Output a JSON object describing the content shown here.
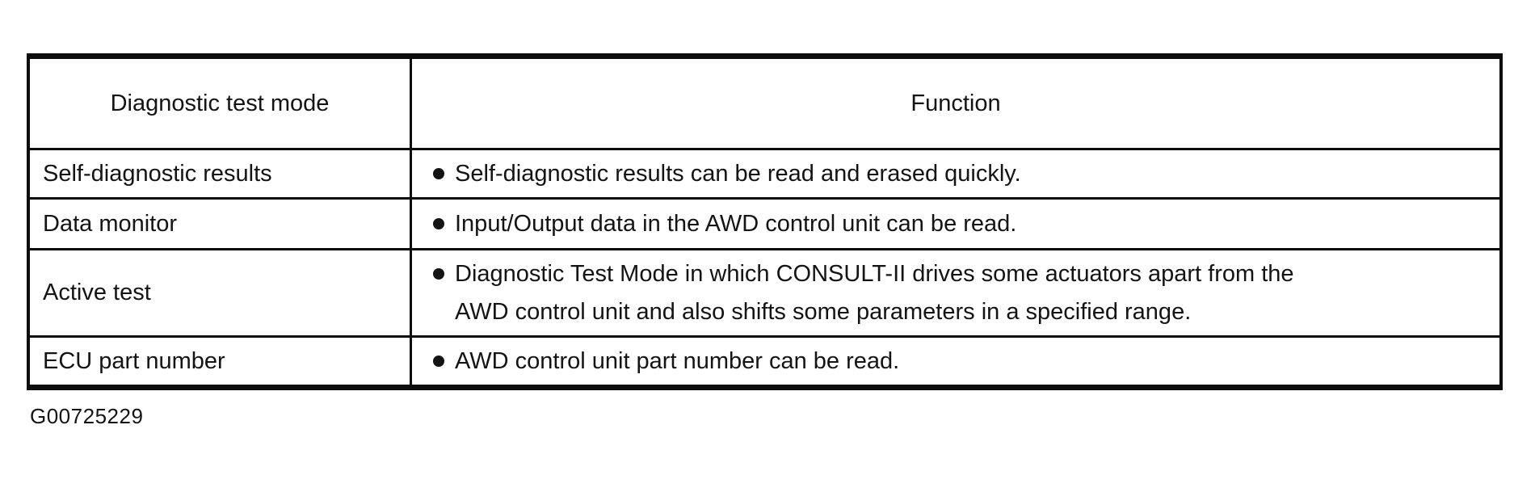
{
  "page": {
    "figure_id": "G00725229"
  },
  "colors": {
    "background": "#ffffff",
    "text": "#141414",
    "border": "#0d0d0d"
  },
  "table": {
    "columns": [
      {
        "label": "Diagnostic test mode"
      },
      {
        "label": "Function"
      }
    ],
    "rows": [
      {
        "mode": "Self-diagnostic results",
        "function": "Self-diagnostic results can be read and erased quickly."
      },
      {
        "mode": "Data monitor",
        "function": "Input/Output data in the AWD control unit can be read."
      },
      {
        "mode": "Active test",
        "function": "Diagnostic Test Mode in which CONSULT-II drives some actuators apart from the\nAWD control unit and also shifts some parameters in a specified range."
      },
      {
        "mode": "ECU part number",
        "function": "AWD control unit part number can be read."
      }
    ]
  }
}
